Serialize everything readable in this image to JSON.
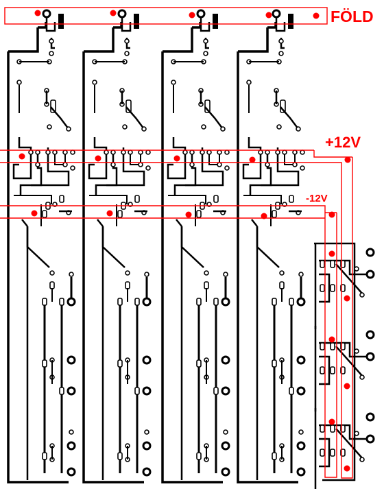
{
  "labels": {
    "ground": "FÖLD",
    "positive_supply": "+12V",
    "negative_supply": "-12V"
  },
  "colors": {
    "background": "#ffffff",
    "copper_trace": "#000000",
    "power_rail": "#ff0000",
    "pad_fill": "#ffffff",
    "highlight_pad": "#ff0000",
    "label": "#ff0000"
  }
}
